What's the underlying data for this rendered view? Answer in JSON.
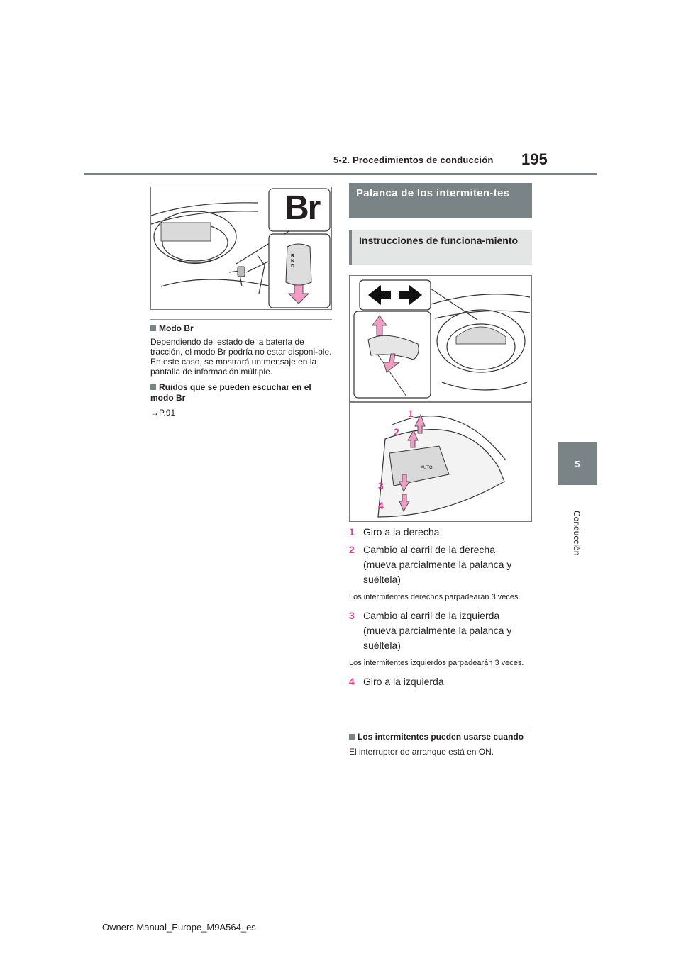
{
  "header": {
    "section": "5-2. Procedimientos de conducción",
    "page_number": "195"
  },
  "side_tab": {
    "chapter": "5",
    "label": "Conducción"
  },
  "left_column": {
    "figure_label": "Br",
    "shift_letters": [
      "R",
      "N",
      "D"
    ],
    "notes": [
      {
        "heading": "Modo Br",
        "body": "Dependiendo del estado de la batería de tracción, el modo Br podría no estar disponi-ble. En este caso, se mostrará un mensaje en la pantalla de información múltiple."
      },
      {
        "heading": "Ruidos que se pueden escuchar en el modo Br",
        "reference": "→P.91"
      }
    ]
  },
  "right_column": {
    "title": "Palanca de los intermiten-tes",
    "subtitle": "Instrucciones de funciona-miento",
    "figure_callouts": [
      "1",
      "2",
      "3",
      "4"
    ],
    "figure_switch_text": "AUTO",
    "steps": [
      {
        "num": "1",
        "text": "Giro a la derecha"
      },
      {
        "num": "2",
        "text": "Cambio al carril de la derecha",
        "cont": [
          "(mueva parcialmente la palanca y",
          "suéltela)"
        ],
        "note": "Los intermitentes derechos parpadearán 3 veces."
      },
      {
        "num": "3",
        "text": "Cambio al carril de la izquierda",
        "cont": [
          "(mueva parcialmente la palanca y",
          "suéltela)"
        ],
        "note": "Los intermitentes izquierdos parpadearán 3 veces."
      },
      {
        "num": "4",
        "text": "Giro a la izquierda"
      }
    ],
    "bottom_note": {
      "heading": "Los intermitentes pueden usarse cuando",
      "body": "El interruptor de arranque está en ON."
    }
  },
  "footer": {
    "text": "Owners Manual_Europe_M9A564_es"
  },
  "colors": {
    "accent_gray": "#7a8487",
    "callout_pink": "#e03a8c",
    "arrow_pink": "#f29bc4"
  }
}
